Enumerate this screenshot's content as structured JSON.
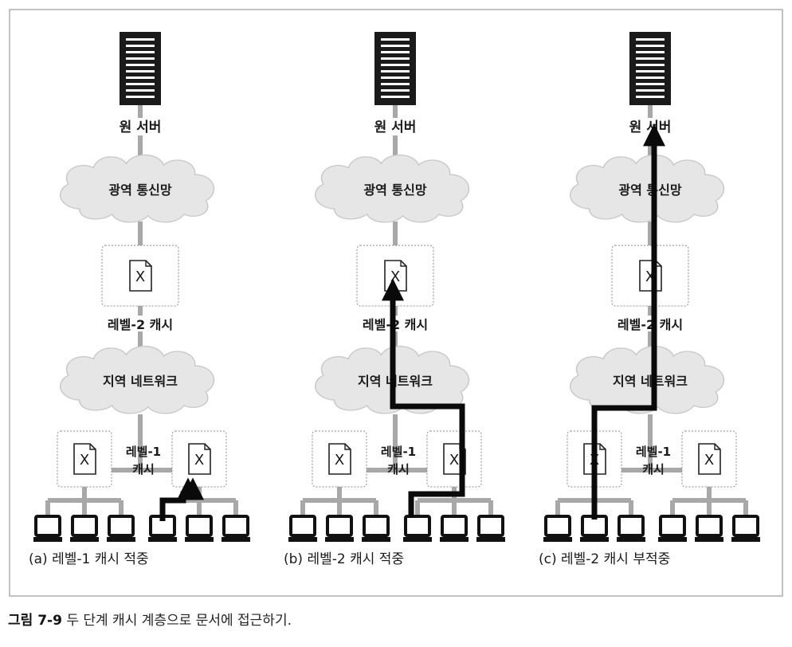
{
  "panels": [
    {
      "id": "a",
      "origin_server_label": "원 서버",
      "wan_label": "광역 통신망",
      "level2_label": "레벨-2 캐시",
      "lan_label": "지역 네트워크",
      "level1_label_line1": "레벨-1",
      "level1_label_line2": "캐시",
      "doc_glyph": "X",
      "subcaption": "(a) 레벨-1 캐시 적중"
    },
    {
      "id": "b",
      "origin_server_label": "원 서버",
      "wan_label": "광역 통신망",
      "level2_label": "레벨-2 캐시",
      "lan_label": "지역 네트워크",
      "level1_label_line1": "레벨-1",
      "level1_label_line2": "캐시",
      "doc_glyph": "X",
      "subcaption": "(b) 레벨-2 캐시 적중"
    },
    {
      "id": "c",
      "origin_server_label": "원 서버",
      "wan_label": "광역 통신망",
      "level2_label": "레벨-2 캐시",
      "lan_label": "지역 네트워크",
      "level1_label_line1": "레벨-1",
      "level1_label_line2": "캐시",
      "doc_glyph": "X",
      "subcaption": "(c) 레벨-2 캐시 부적중"
    }
  ],
  "caption": {
    "number": "그림 7-9",
    "text": " 두 단계 캐시 계층으로 문서에 접근하기."
  },
  "colors": {
    "frame": "#9a9a9a",
    "cloud_fill": "#e6e6e6",
    "cloud_edge": "#c8c8c8",
    "network_line": "#a8a8a8",
    "arrow": "#0a0a0a",
    "server": "#1a1a1a"
  },
  "icons": [
    "server-icon",
    "cloud-icon",
    "document-icon",
    "computer-icon",
    "arrow"
  ]
}
